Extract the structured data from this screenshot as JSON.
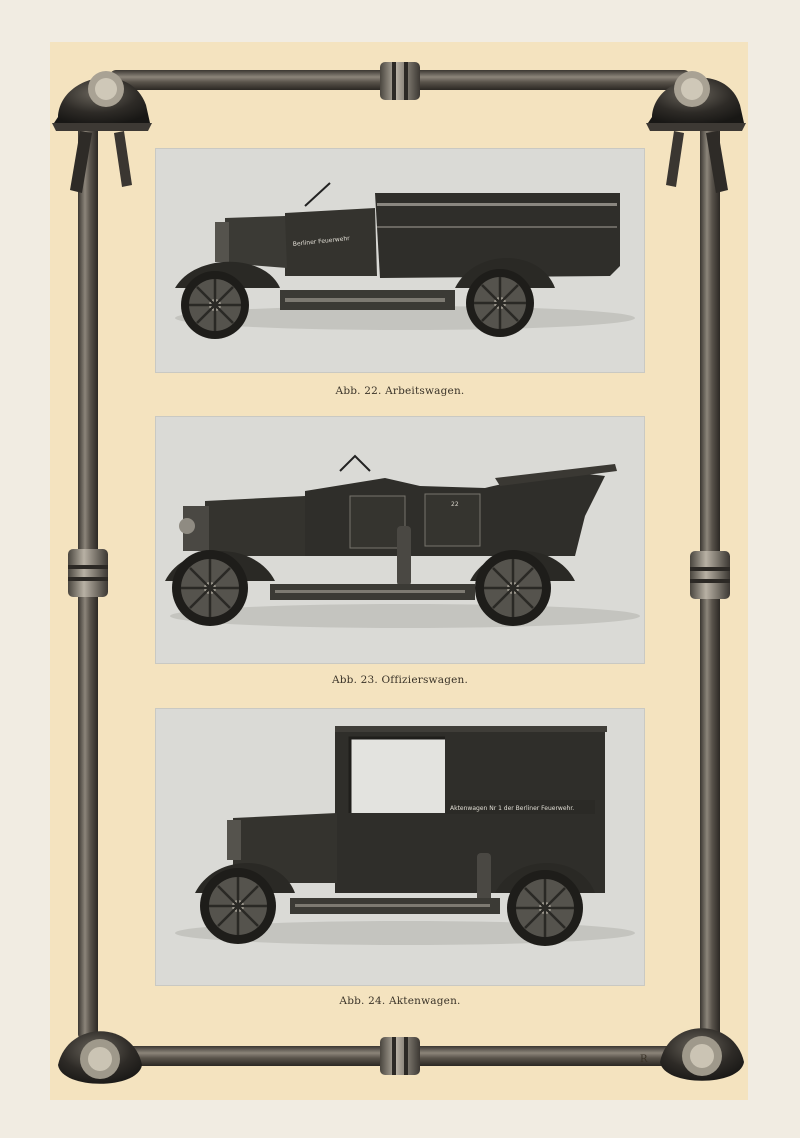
{
  "figures": [
    {
      "caption": "Abb. 22.  Arbeitswagen.",
      "vehicle_lettering": "Berliner Feuerwehr"
    },
    {
      "caption": "Abb. 23.  Offizierswagen.",
      "vehicle_lettering": "22"
    },
    {
      "caption": "Abb. 24.  Aktenwagen.",
      "vehicle_lettering": "Aktenwagen Nr 1 der Berliner Feuerwehr."
    }
  ],
  "frame": {
    "monogram": "R",
    "ornament": "fire-hose-border-with-helmets"
  },
  "colors": {
    "paper": "#f4e3bf",
    "photo_background": "#dadad6",
    "ink": "#2b2a26"
  }
}
